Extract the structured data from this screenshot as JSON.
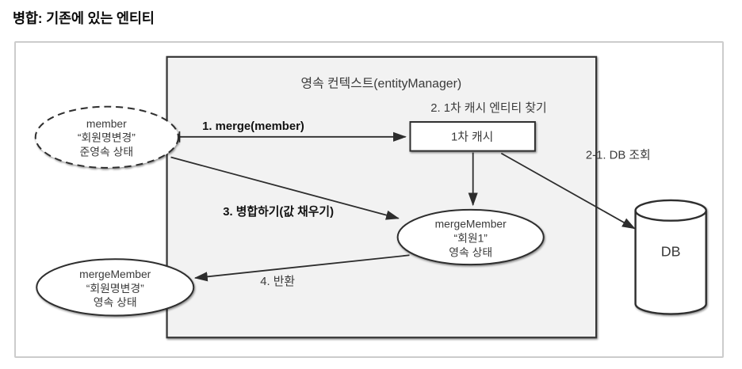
{
  "page": {
    "title": "병합: 기존에 있는 엔티티"
  },
  "diagram": {
    "context_label": "영속 컨텍스트(entityManager)",
    "nodes": {
      "member": {
        "name": "member",
        "value": "“회원명변경”",
        "state": "준영속 상태"
      },
      "first_cache": {
        "label": "1차 캐시"
      },
      "merge_member": {
        "name": "mergeMember",
        "value": "“회원1”",
        "state": "영속 상태"
      },
      "returned_member": {
        "name": "mergeMember",
        "value": "“회원명변경”",
        "state": "영속 상태"
      },
      "db": {
        "label": "DB"
      }
    },
    "edges": {
      "step1": "1. merge(member)",
      "step2": "2. 1차 캐시 엔티티 찾기",
      "step2_1": "2-1. DB 조회",
      "step3": "3. 병합하기(값 채우기)",
      "step4": "4. 반환"
    },
    "colors": {
      "background": "#ffffff",
      "outer_border": "#cccccc",
      "context_fill": "#f2f2f2",
      "stroke": "#2d2d2d",
      "text": "#3a3a3a",
      "bold_text": "#121212"
    }
  }
}
